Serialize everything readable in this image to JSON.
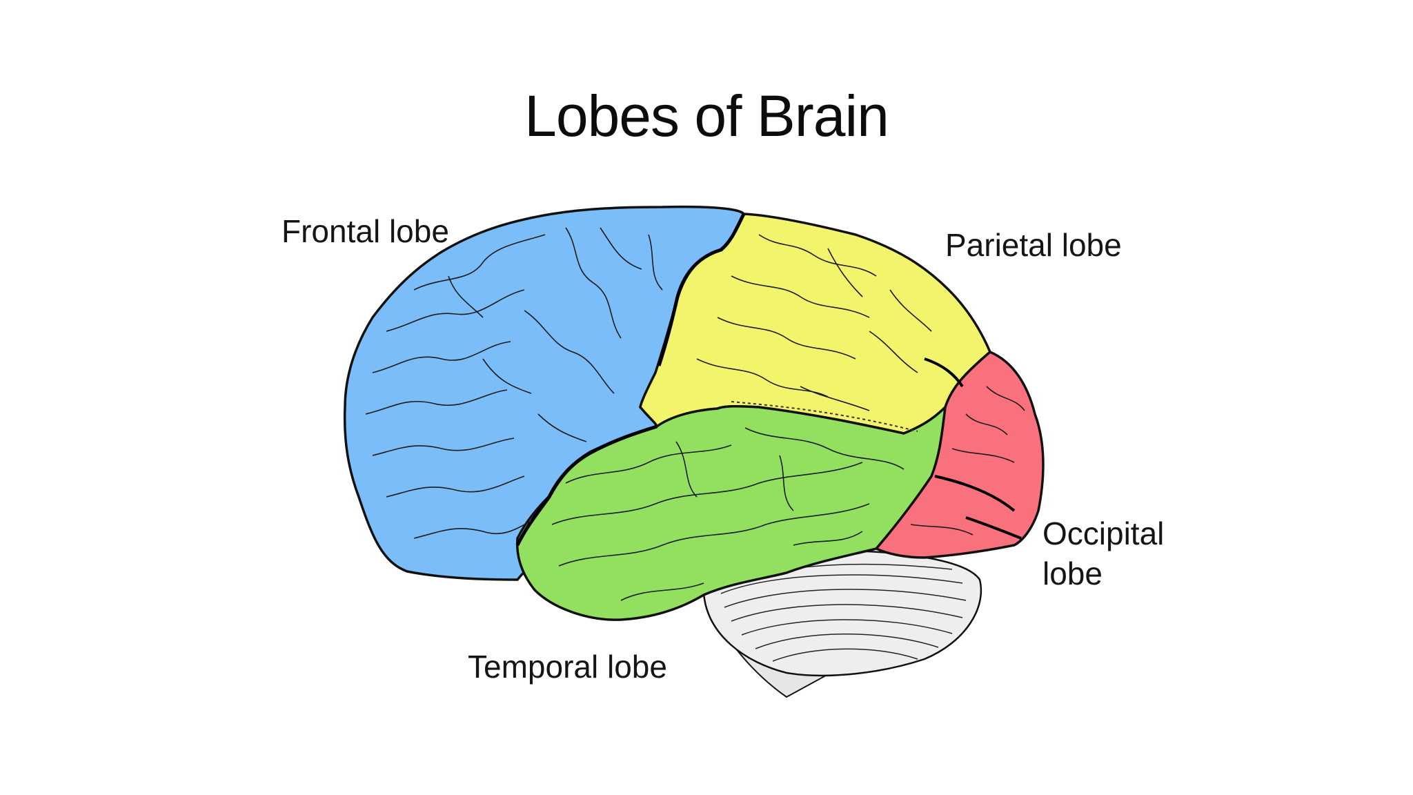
{
  "title": "Lobes of Brain",
  "labels": {
    "frontal": "Frontal lobe",
    "parietal": "Parietal lobe",
    "occipital_line1": "Occipital",
    "occipital_line2": "lobe",
    "temporal": "Temporal lobe"
  },
  "colors": {
    "frontal": "#7bbdf9",
    "parietal": "#f2f56b",
    "occipital": "#f9717c",
    "temporal": "#93e061",
    "cerebellum": "#eeeeee",
    "outline": "#111111"
  }
}
